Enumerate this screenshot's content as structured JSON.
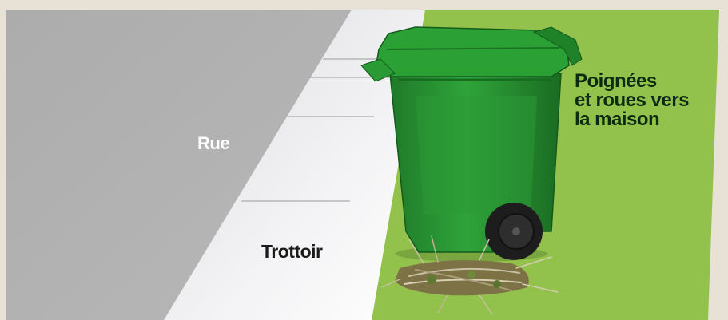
{
  "labels": {
    "street": "Rue",
    "sidewalk": "Trottoir",
    "instruction": [
      "Poignées",
      "et roues vers",
      "la maison"
    ]
  },
  "colors": {
    "street": "#b1b1b1",
    "sidewalk": "#f0f0f2",
    "lawn": "#92c24a",
    "cart": "#2a9a35",
    "cart_dark": "#1c6f25",
    "wheel": "#1d1d1d",
    "frame": "#e7e1d6"
  },
  "icons": {
    "cart": "green-cart-icon",
    "wheel": "wheel-icon",
    "yard_waste": "branches-icon"
  }
}
